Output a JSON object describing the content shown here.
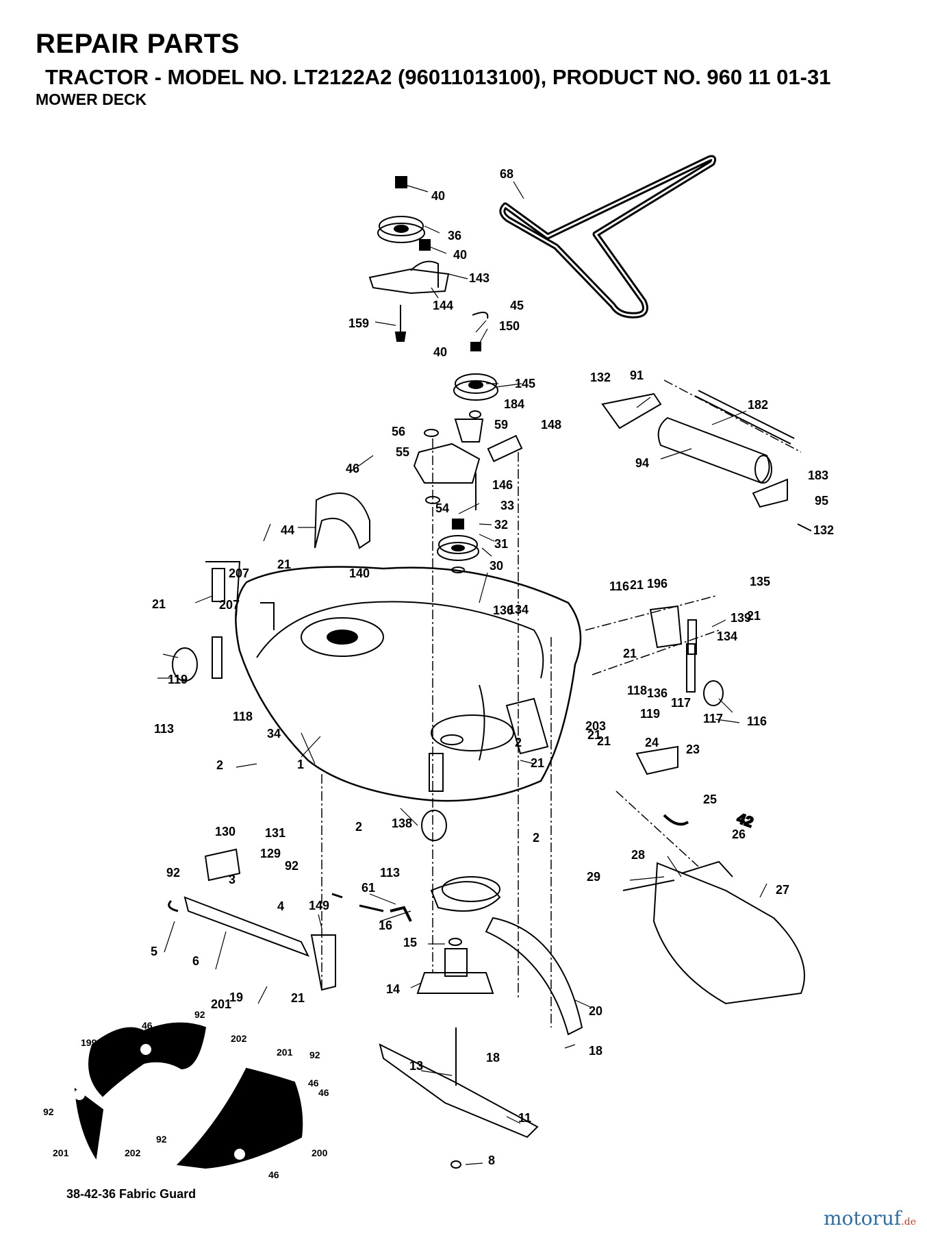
{
  "header": {
    "title": "REPAIR PARTS",
    "model_line": "TRACTOR - MODEL NO. LT2122A2 (96011013100),  PRODUCT NO. 960 11 01-31",
    "section": "MOWER DECK"
  },
  "inset_caption": "38-42-36 Fabric Guard",
  "watermark": {
    "main": "motoruf",
    "suffix": ".de"
  },
  "deck_badge": "42",
  "part_labels": [
    "40",
    "36",
    "40",
    "143",
    "144",
    "68",
    "159",
    "45",
    "150",
    "40",
    "145",
    "184",
    "132",
    "91",
    "182",
    "56",
    "59",
    "148",
    "55",
    "94",
    "183",
    "95",
    "46",
    "146",
    "33",
    "54",
    "32",
    "132",
    "44",
    "31",
    "30",
    "21",
    "207",
    "140",
    "134",
    "135",
    "21",
    "21",
    "207",
    "196",
    "139",
    "134",
    "136",
    "116",
    "21",
    "21",
    "136",
    "117",
    "119",
    "118",
    "118",
    "119",
    "113",
    "117",
    "116",
    "34",
    "203",
    "21",
    "2",
    "1",
    "21",
    "2",
    "21",
    "23",
    "24",
    "138",
    "2",
    "2",
    "25",
    "130",
    "131",
    "26",
    "129",
    "28",
    "92",
    "92",
    "3",
    "113",
    "27",
    "29",
    "61",
    "149",
    "4",
    "16",
    "5",
    "6",
    "15",
    "21",
    "19",
    "14",
    "20",
    "92",
    "201",
    "46",
    "199",
    "202",
    "201",
    "92",
    "46",
    "46",
    "18",
    "18",
    "13",
    "92",
    "11",
    "201",
    "202",
    "92",
    "200",
    "46",
    "8"
  ]
}
